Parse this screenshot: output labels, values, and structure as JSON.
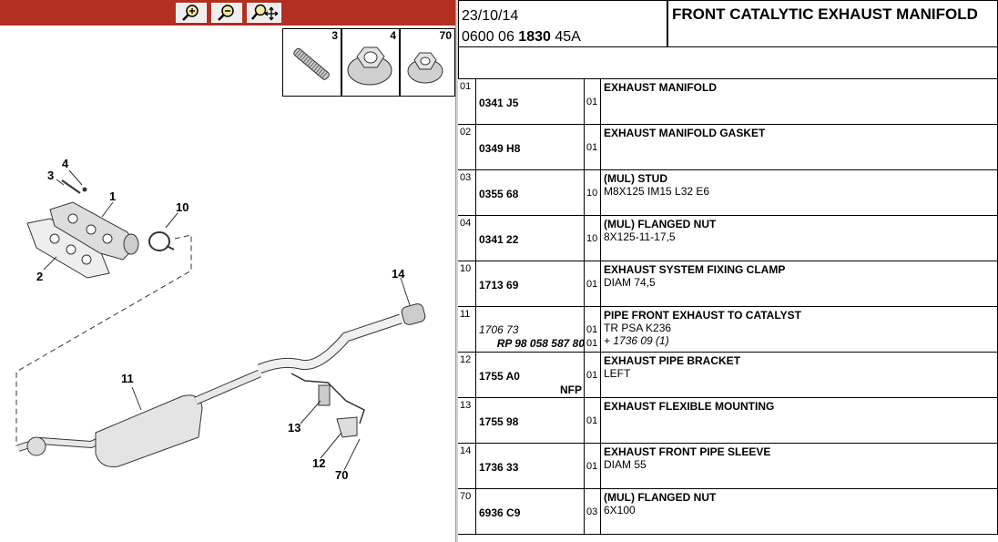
{
  "toolbar": {
    "buttons": [
      {
        "name": "zoom-in-button",
        "icon": "zoom-in-icon"
      },
      {
        "name": "zoom-out-button",
        "icon": "zoom-out-icon"
      },
      {
        "name": "zoom-pan-button",
        "icon": "zoom-pan-icon"
      }
    ],
    "color": "#b22f22"
  },
  "thumbnails": [
    {
      "num": "3",
      "icon": "stud-icon"
    },
    {
      "num": "4",
      "icon": "flanged-nut-icon"
    },
    {
      "num": "70",
      "icon": "flanged-nut-small-icon"
    }
  ],
  "callouts": [
    "3",
    "4",
    "1",
    "10",
    "2",
    "14",
    "11",
    "13",
    "12",
    "70"
  ],
  "header": {
    "date": "23/10/14",
    "ref_prefix": "0600 06",
    "ref_bold": "1830",
    "ref_suffix": "45A",
    "title": "FRONT CATALYTIC EXHAUST MANIFOLD"
  },
  "parts": [
    {
      "idx": "01",
      "ref": "0341 J5",
      "qty": "01",
      "title": "EXHAUST MANIFOLD",
      "spec": ""
    },
    {
      "idx": "02",
      "ref": "0349 H8",
      "qty": "01",
      "title": "EXHAUST MANIFOLD GASKET",
      "spec": ""
    },
    {
      "idx": "03",
      "ref": "0355 68",
      "qty": "10",
      "title": "(MUL) STUD",
      "spec": "M8X125 IM15 L32 E6"
    },
    {
      "idx": "04",
      "ref": "0341 22",
      "qty": "10",
      "title": "(MUL) FLANGED NUT",
      "spec": "8X125-11-17,5"
    },
    {
      "idx": "10",
      "ref": "1713 69",
      "qty": "01",
      "title": "EXHAUST SYSTEM FIXING CLAMP",
      "spec": "DIAM 74,5"
    },
    {
      "idx": "11",
      "ref": "1706 73",
      "ref_sub": "RP 98 058 587 80",
      "qty": "01",
      "qty2": "01",
      "title": "PIPE FRONT EXHAUST TO CATALYST",
      "spec": "TR PSA K236",
      "spec2": "+ 1736 09 (1)"
    },
    {
      "idx": "12",
      "ref": "1755 A0",
      "ref_note": "NFP",
      "qty": "01",
      "title": "EXHAUST PIPE BRACKET",
      "spec": "LEFT"
    },
    {
      "idx": "13",
      "ref": "1755 98",
      "qty": "01",
      "title": "EXHAUST FLEXIBLE MOUNTING",
      "spec": ""
    },
    {
      "idx": "14",
      "ref": "1736 33",
      "qty": "01",
      "title": "EXHAUST FRONT PIPE SLEEVE",
      "spec": "DIAM 55"
    },
    {
      "idx": "70",
      "ref": "6936 C9",
      "qty": "03",
      "title": "(MUL) FLANGED NUT",
      "spec": "6X100"
    }
  ]
}
